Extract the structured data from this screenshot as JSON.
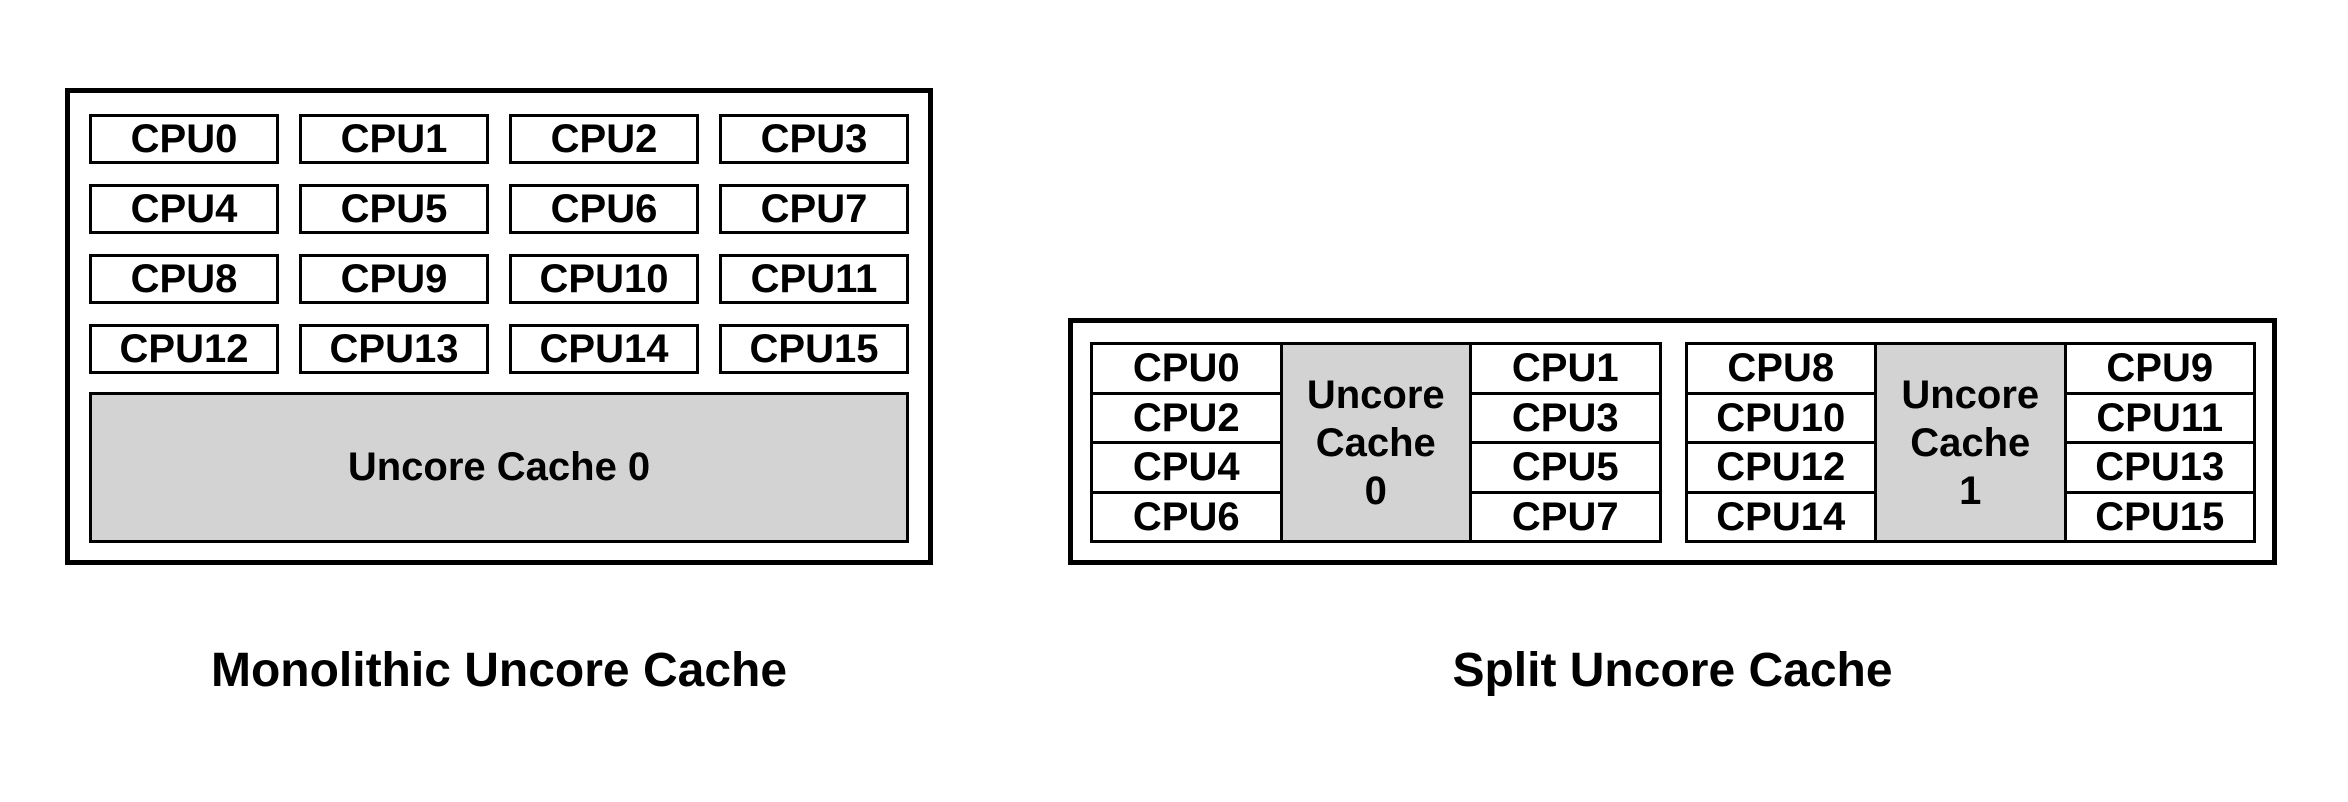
{
  "colors": {
    "background": "#ffffff",
    "border": "#000000",
    "text": "#000000",
    "cache_fill": "#d3d3d3"
  },
  "monolithic": {
    "title": "Monolithic Uncore Cache",
    "cpus": [
      "CPU0",
      "CPU1",
      "CPU2",
      "CPU3",
      "CPU4",
      "CPU5",
      "CPU6",
      "CPU7",
      "CPU8",
      "CPU9",
      "CPU10",
      "CPU11",
      "CPU12",
      "CPU13",
      "CPU14",
      "CPU15"
    ],
    "cache_label": "Uncore Cache 0"
  },
  "split": {
    "title": "Split Uncore Cache",
    "groups": [
      {
        "left_cpus": [
          "CPU0",
          "CPU2",
          "CPU4",
          "CPU6"
        ],
        "cache_lines": [
          "Uncore",
          "Cache",
          "0"
        ],
        "right_cpus": [
          "CPU1",
          "CPU3",
          "CPU5",
          "CPU7"
        ]
      },
      {
        "left_cpus": [
          "CPU8",
          "CPU10",
          "CPU12",
          "CPU14"
        ],
        "cache_lines": [
          "Uncore",
          "Cache",
          "1"
        ],
        "right_cpus": [
          "CPU9",
          "CPU11",
          "CPU13",
          "CPU15"
        ]
      }
    ]
  }
}
